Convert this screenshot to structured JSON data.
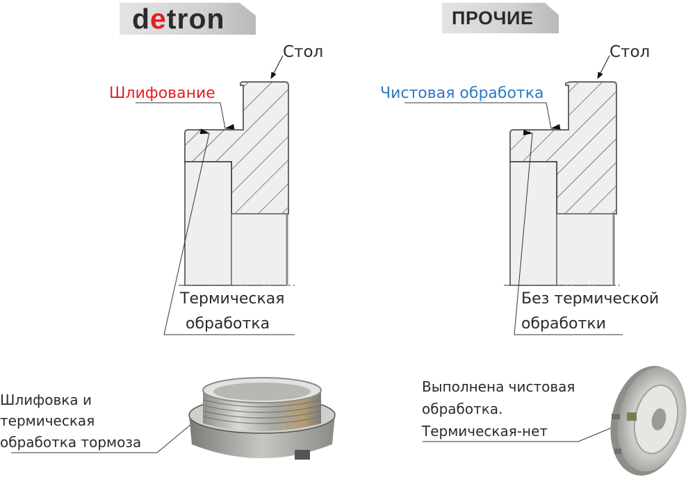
{
  "header": {
    "left_brand": {
      "prefix": "d",
      "accent": "e",
      "suffix": "tron"
    },
    "right_title": "ПРОЧИЕ"
  },
  "colors": {
    "brand_red": "#e31e24",
    "label_blue": "#2c7ac0",
    "text_dark": "#2a2a2a",
    "part_fill": "#f0efee",
    "outline": "#666666"
  },
  "left_panel": {
    "table_label": "Стол",
    "surface_label": "Шлифование",
    "treatment_label_line1": "Термическая",
    "treatment_label_line2": "обработка",
    "photo_caption_line1": "Шлифовка и",
    "photo_caption_line2": "термическая",
    "photo_caption_line3": "обработка тормоза"
  },
  "right_panel": {
    "table_label": "Стол",
    "surface_label": "Чистовая обработка",
    "treatment_label_line1": "Без термической",
    "treatment_label_line2": "обработки",
    "photo_caption_line1": "Выполнена чистовая",
    "photo_caption_line2": "обработка.",
    "photo_caption_line3": "Термическая-нет"
  }
}
